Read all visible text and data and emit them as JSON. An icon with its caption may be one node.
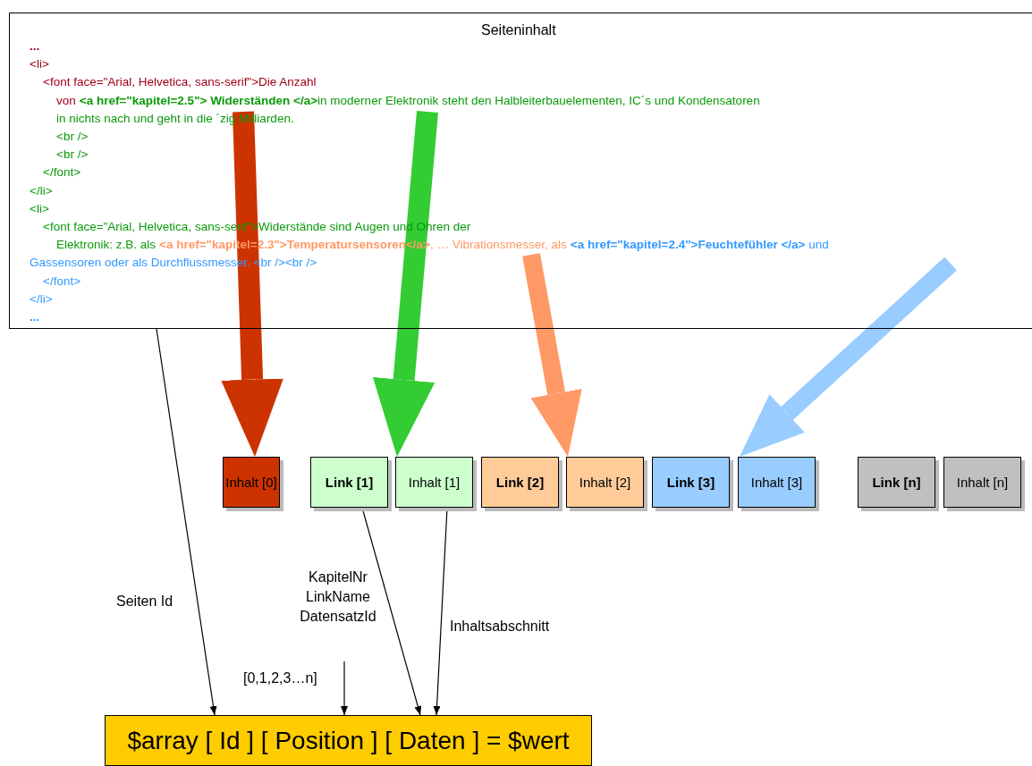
{
  "diagram": {
    "nodes": [
      {
        "text": [
          "Seiteninhalt",
          "...",
          "<li>",
          "<font face=\"Arial, Helvetica, sans-serif\">Die Anzahl",
          "von",
          "**<a href=\"kapitel=2.5\"> Widerständen </a>**in moderner Elektronik steht den Halbleiterbauelementen, IC´s und Kondensatoren",
          "in nichts nach und geht in die ´zig Milliarden.",
          "<br />",
          "<br />",
          "</font>",
          "</li>",
          "<li>",
          "<font face=\"Arial, Helvetica, sans-serif\">Widerstände sind Augen und Ohren der",
          "Elektronik: z.B. als",
          "**<a href=\"kapitel=2.3\">Temperatursensoren</a>**, … Vibrationsmesser, als",
          "**<a href=\"kapitel=2.4\">Feuchtefühler </a>** und",
          "Gassensoren oder als Durchflussmesser. <br /><br />",
          "</font>",
          "</li>",
          "..."
        ]
      },
      {
        "text": [
          "Inhalt [0]"
        ]
      },
      {
        "text": [
          "Link [1]"
        ]
      },
      {
        "text": [
          "Inhalt [1]"
        ]
      },
      {
        "text": [
          "Link [2]"
        ]
      },
      {
        "text": [
          "Inhalt [2]"
        ]
      },
      {
        "text": [
          "Link [3]"
        ]
      },
      {
        "text": [
          "Inhalt [3]"
        ]
      },
      {
        "text": [
          "Link [n]"
        ]
      },
      {
        "text": [
          "Inhalt [n]"
        ]
      },
      {
        "text": [
          "$array [ Id ] [ Position ] [ Daten ] = $wert"
        ]
      }
    ],
    "edges": [
      {
        "from": 0,
        "to": 1,
        "arrow": "to",
        "style": "thick",
        "color": "#cc3300"
      },
      {
        "from": 0,
        "to": 3,
        "arrow": "to",
        "style": "thick",
        "color": "#33cc33"
      },
      {
        "from": 0,
        "to": 5,
        "arrow": "to",
        "style": "thick",
        "color": "#ff9966"
      },
      {
        "from": 0,
        "to": 7,
        "arrow": "to",
        "style": "thick",
        "color": "#99ccff"
      },
      {
        "from": 0,
        "to": 10,
        "arrow": "to",
        "label": "Seiten Id"
      },
      {
        "from": 2,
        "to": 10,
        "arrow": "to",
        "label": "KapitelNr LinkName DatensatzId"
      },
      {
        "from": 3,
        "to": 10,
        "arrow": "to",
        "label": "Inhaltsabschnitt"
      },
      {
        "from": null,
        "to": 10,
        "arrow": "to",
        "label": "[0,1,2,3…n]"
      }
    ]
  }
}
